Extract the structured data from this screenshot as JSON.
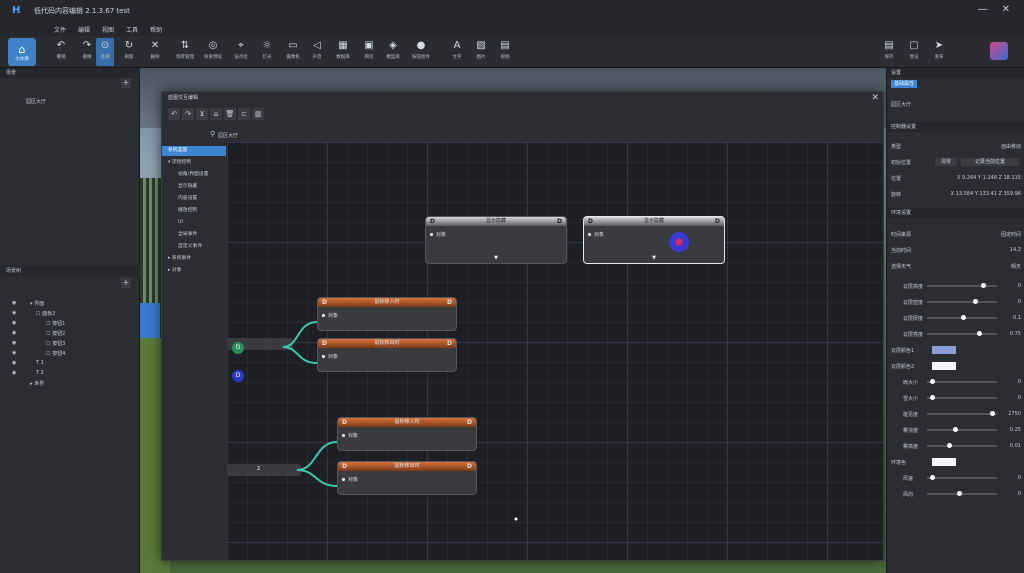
{
  "app": {
    "title": "低代码内容编辑 2.1.3.67 test",
    "logo": "H",
    "window_buttons": [
      "—",
      "✕"
    ]
  },
  "menu": [
    "文件",
    "编辑",
    "视图",
    "工具",
    "帮助"
  ],
  "home": {
    "label": "小水滴"
  },
  "toolbar": [
    {
      "label": "撤销",
      "icon": "↶"
    },
    {
      "label": "重做",
      "icon": "↷"
    },
    {
      "label": "选择",
      "icon": "⊙",
      "active": true
    },
    {
      "label": "刷新",
      "icon": "↻"
    },
    {
      "label": "删除",
      "icon": "✕"
    },
    {
      "label": "场景管理",
      "icon": "⇅"
    },
    {
      "label": "效果预设",
      "icon": "◎"
    },
    {
      "label": "设点位",
      "icon": "⌖"
    },
    {
      "label": "灯光",
      "icon": "☼"
    },
    {
      "label": "摄像机",
      "icon": "▭"
    },
    {
      "label": "声音",
      "icon": "◁"
    },
    {
      "label": "数据库",
      "icon": "▦"
    },
    {
      "label": "网页",
      "icon": "▣"
    },
    {
      "label": "模型库",
      "icon": "◈"
    },
    {
      "label": "按钮组件",
      "icon": "●"
    },
    {
      "label": "文字",
      "icon": "A"
    },
    {
      "label": "图片",
      "icon": "▨"
    },
    {
      "label": "视频",
      "icon": "▤"
    }
  ],
  "toolbar_right": [
    {
      "label": "保存",
      "icon": "▤"
    },
    {
      "label": "预览",
      "icon": "▢"
    },
    {
      "label": "发布",
      "icon": "➤"
    }
  ],
  "left_panel": {
    "section1": "场景",
    "section1_item": "园区大厅",
    "section2": "场景树",
    "tree": [
      "▾ 界面",
      "☐ 面板2",
      "☐ 按钮1",
      "☐ 按钮2",
      "☐ 按钮3",
      "☐ 按钮4",
      "T 1",
      "T 2",
      "▸ 世界"
    ]
  },
  "blueprint": {
    "title": "蓝图交互编辑",
    "close": "✕",
    "toolbar_icons": [
      "↶",
      "↷",
      "⊻",
      "⌂",
      "🗑",
      "⊂",
      "▥"
    ],
    "search_text": "园区大厅",
    "side_items": [
      {
        "label": "系统蓝图",
        "active": true
      },
      {
        "label": "▾ 流程控制"
      },
      {
        "label": "视角/界面设置"
      },
      {
        "label": "显示隐藏"
      },
      {
        "label": "内容设置"
      },
      {
        "label": "播放控制"
      },
      {
        "label": "UI"
      },
      {
        "label": "全局事件"
      },
      {
        "label": "自定义事件"
      },
      {
        "label": "▸ 系统事件"
      },
      {
        "label": "▸ 对象"
      }
    ],
    "nodes": [
      {
        "id": "show-hide-1",
        "title": "显示隐藏",
        "style": "white",
        "pin": "对象"
      },
      {
        "id": "show-hide-2",
        "title": "显示隐藏",
        "style": "white",
        "pin": "对象"
      },
      {
        "id": "mouse-enter-1",
        "title": "鼠标移入时",
        "style": "orange",
        "pin": "对象"
      },
      {
        "id": "mouse-leave-1",
        "title": "鼠标移出时",
        "style": "orange",
        "pin": "对象"
      },
      {
        "id": "mouse-enter-2",
        "title": "鼠标移入时",
        "style": "orange",
        "pin": "对象"
      },
      {
        "id": "mouse-leave-2",
        "title": "鼠标移出时",
        "style": "orange",
        "pin": "对象"
      }
    ],
    "partial_node_text": "2"
  },
  "right_panel": {
    "header": "设置",
    "tab": "基础属性",
    "scene_name": "园区大厅",
    "section_basic": "控制器设置",
    "type_label": "类型",
    "type_value": "自由移动",
    "init_label": "初始位置",
    "init_btn1": "清零",
    "init_btn2": "记录当前位置",
    "pos_label": "位置",
    "pos_value": "X 9.264  Y 1.248  Z 18.115",
    "rot_label": "旋转",
    "rot_value": "X 13.584  Y 133.41  Z 359.96",
    "section_env": "环境设置",
    "time_label": "时间来源",
    "time_value": "固定时间",
    "hour_label": "当前时间",
    "hour_value": "14.2",
    "weather_label": "选择天气",
    "weather_value": "晴天",
    "sliders": [
      {
        "label": "云层高度",
        "value": "0",
        "pos": 0.82
      },
      {
        "label": "云层密度",
        "value": "0",
        "pos": 0.7
      },
      {
        "label": "云层厚度",
        "value": "0.1",
        "pos": 0.52
      },
      {
        "label": "云层亮度",
        "value": "0.75",
        "pos": 0.75
      }
    ],
    "color1_label": "云层颜色1",
    "color1": "#8a9fd6",
    "color2_label": "云层颜色2",
    "color2": "#f4f6fa",
    "sliders2": [
      {
        "label": "雨大小",
        "value": "0",
        "pos": 0.05
      },
      {
        "label": "雪大小",
        "value": "0",
        "pos": 0.05
      },
      {
        "label": "能见度",
        "value": "2750",
        "pos": 0.95
      },
      {
        "label": "雾浓度",
        "value": "0.25",
        "pos": 0.4
      },
      {
        "label": "雾高度",
        "value": "0.01",
        "pos": 0.3
      }
    ],
    "ambient_label": "环境色",
    "ambient": "#f4f6fa",
    "sliders3": [
      {
        "label": "风速",
        "value": "0",
        "pos": 0.05
      },
      {
        "label": "风向",
        "value": "0",
        "pos": 0.45
      }
    ]
  }
}
